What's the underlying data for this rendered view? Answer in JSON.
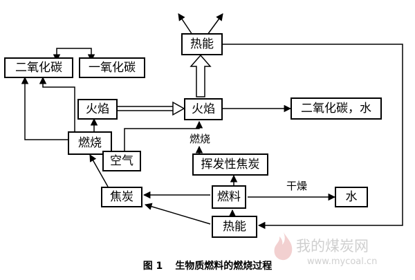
{
  "nodes": {
    "heat_energy_top": "热能",
    "carbon_dioxide_left": "二氧化碳",
    "carbon_monoxide": "一氧化碳",
    "flame_left": "火焰",
    "flame_mid": "火焰",
    "products": "二氧化碳，水",
    "combustion_left": "燃烧",
    "air": "空气",
    "volatile_coke": "挥发性焦炭",
    "coke": "焦炭",
    "fuel": "燃料",
    "water": "水",
    "heat_energy_bottom": "热能"
  },
  "labels": {
    "combustion_mid": "燃烧",
    "drying": "干燥"
  },
  "caption": {
    "figure_number": "图 1",
    "title": "生物质燃料的燃烧过程"
  },
  "watermark": {
    "text": "我的煤炭网",
    "url": "www.mycoal.cn"
  }
}
